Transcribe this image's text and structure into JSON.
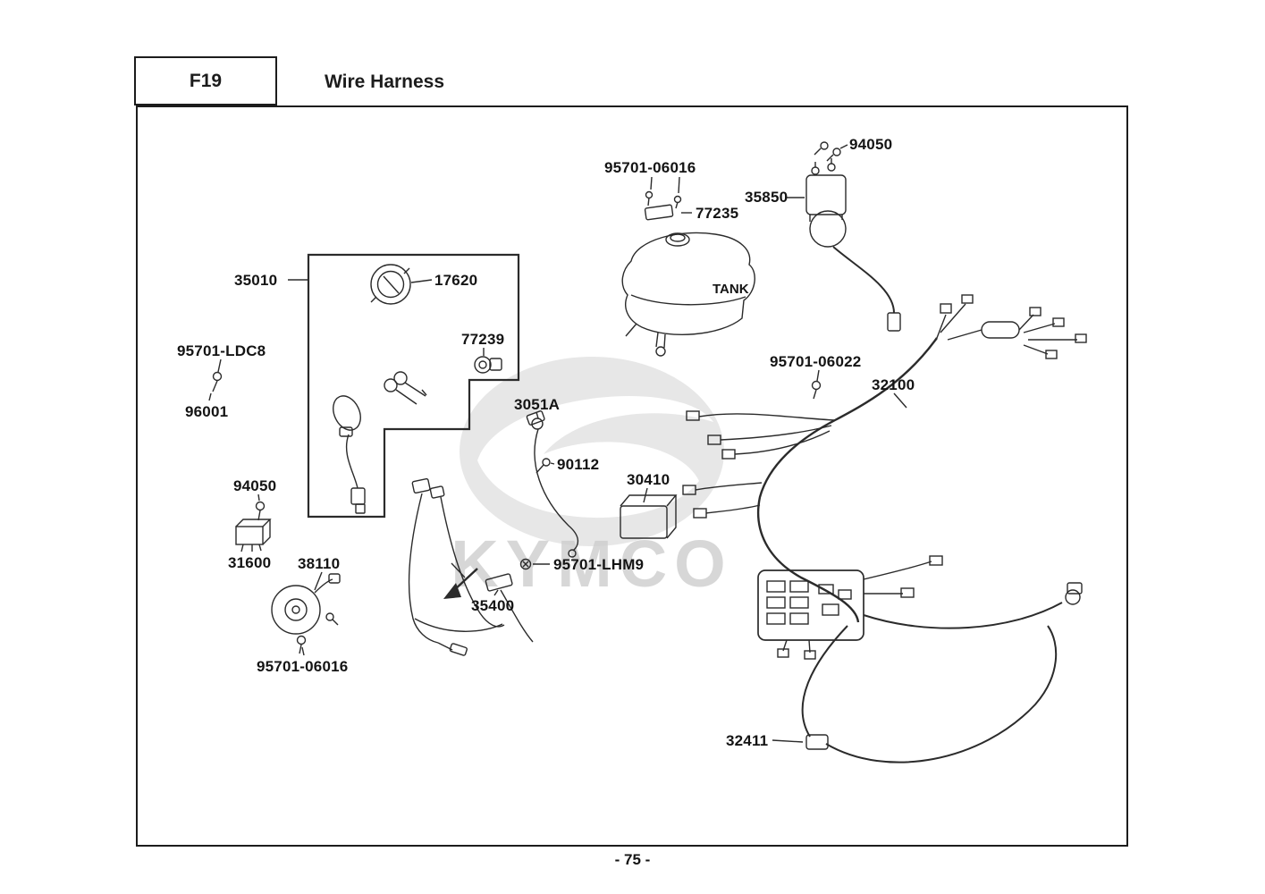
{
  "header": {
    "code": "F19",
    "title": "Wire Harness"
  },
  "footer": {
    "page_number": "- 75 -"
  },
  "watermark": {
    "brand": "KYMCO"
  },
  "diagram": {
    "tank_text": "TANK",
    "labels": {
      "bolt_94050_top": "94050",
      "screws_95701_06016_top": "95701-06016",
      "relay_35850": "35850",
      "bracket_77235": "77235",
      "ignition_assy_35010": "35010",
      "switch_face_17620": "17620",
      "lock_77239": "77239",
      "screw_95701_ldc8": "95701-LDC8",
      "nut_96001": "96001",
      "screw_95701_06022": "95701-06022",
      "harness_32100": "32100",
      "sensor_3051a": "3051A",
      "screw_90112": "90112",
      "cdi_30410": "30410",
      "bolt_94050_mid": "94050",
      "flasher_31600": "31600",
      "horn_38110": "38110",
      "screw_95701_lhm9": "95701-LHM9",
      "switch_35400": "35400",
      "bolt_95701_06016_horn": "95701-06016",
      "ground_cable_32411": "32411"
    }
  }
}
